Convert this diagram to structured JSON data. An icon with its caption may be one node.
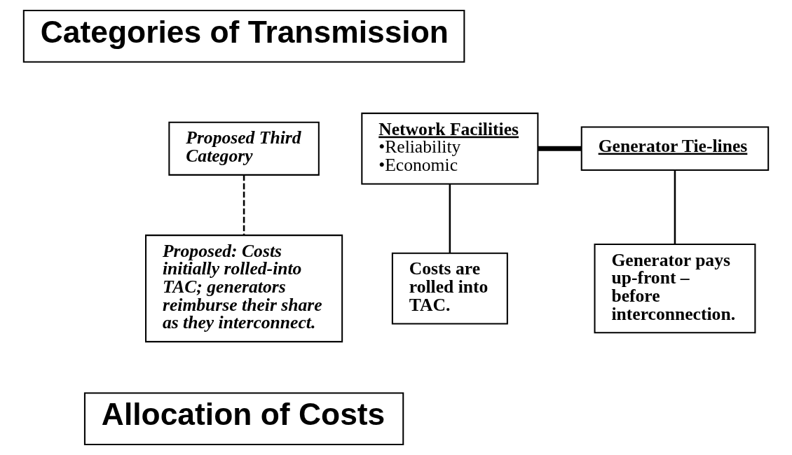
{
  "diagram": {
    "nodes": [
      {
        "text": [
          "Categories of Transmission"
        ]
      },
      {
        "text": [
          "Network Facilities",
          "•Reliability",
          "•Economic"
        ]
      },
      {
        "text": [
          "Proposed Third Category"
        ]
      },
      {
        "text": [
          "Generator Tie-lines"
        ]
      },
      {
        "text": [
          "Costs are rolled into TAC."
        ]
      },
      {
        "text": [
          "Proposed: Costs initially rolled-into TAC; generators reimburse their share as they interconnect."
        ]
      },
      {
        "text": [
          "Generator pays up-front – before interconnection."
        ]
      },
      {
        "text": [
          "Allocation of Costs"
        ]
      }
    ],
    "edges": [
      {
        "from": 1,
        "to": 4,
        "arrow": "none"
      },
      {
        "from": 1,
        "to": 3,
        "arrow": "none",
        "style": "thick"
      },
      {
        "from": 3,
        "to": 6,
        "arrow": "none"
      },
      {
        "from": 2,
        "to": 5,
        "arrow": "none",
        "style": "dashed"
      }
    ]
  }
}
